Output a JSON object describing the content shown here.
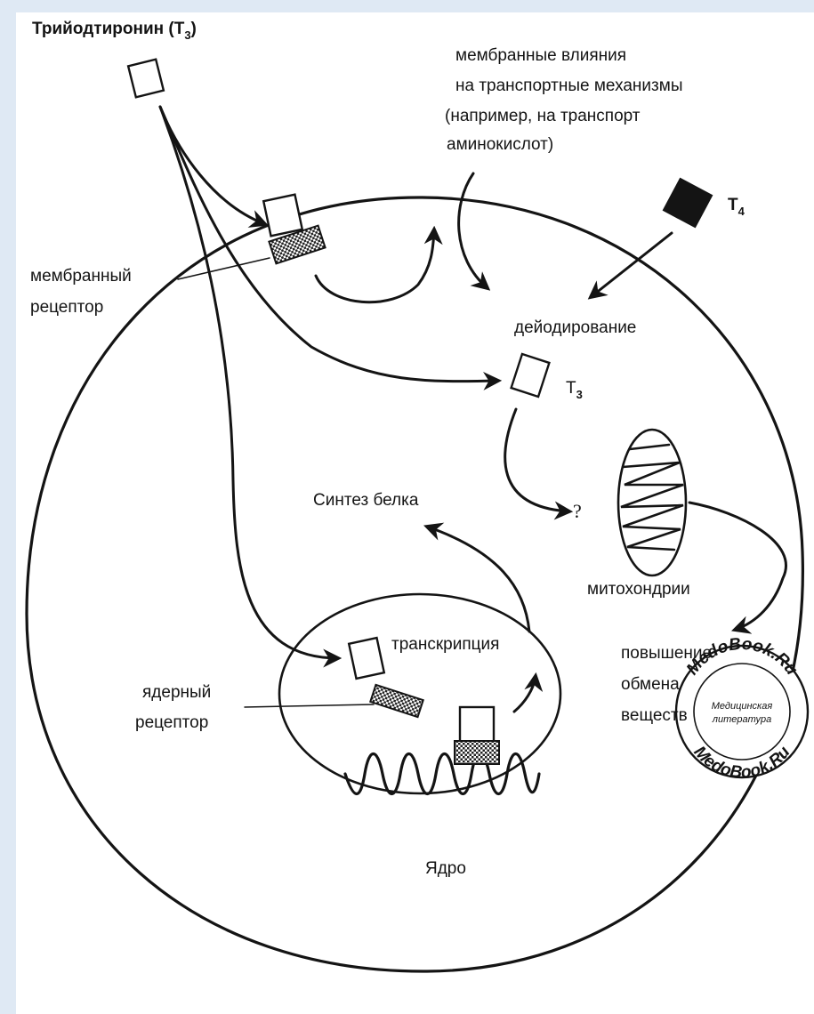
{
  "title": {
    "text": "Трийодтиронин (T",
    "sub": "3",
    "close": ")"
  },
  "labels": {
    "membrane_effects": [
      "мембранные влияния",
      "на транспортные механизмы",
      "(например, на транспорт",
      "аминокислот)"
    ],
    "t4": {
      "text": "T",
      "sub": "4"
    },
    "membrane_receptor": [
      "мембранный",
      "рецептор"
    ],
    "deiodination": "дейодирование",
    "t3": {
      "text": "T",
      "sub": "3"
    },
    "protein_synthesis": "Синтез белка",
    "question": "?",
    "mitochondria": "митохондрии",
    "metabolism": [
      "повышение",
      "обмена",
      "веществ"
    ],
    "transcription": "транскрипция",
    "nuclear_receptor": [
      "ядерный",
      "рецептор"
    ],
    "nucleus": "Ядро"
  },
  "stamp": {
    "outer_top": "MedoBook.Ru",
    "outer_bottom": "MedoBook.Ru",
    "inner": [
      "Медицинская",
      "литература"
    ]
  },
  "colors": {
    "background": "#dfe9f4",
    "ink": "#141414",
    "paper": "#ffffff"
  }
}
